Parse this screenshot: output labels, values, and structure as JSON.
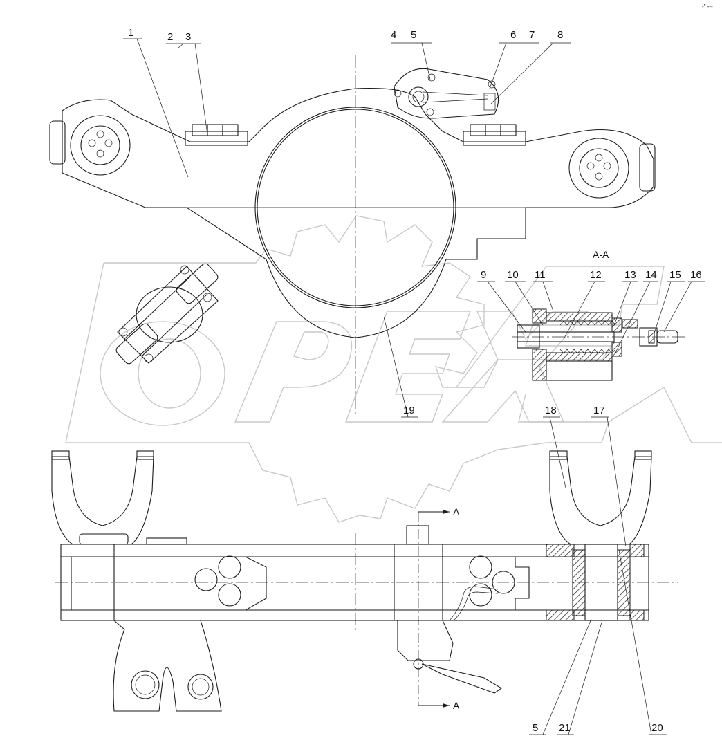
{
  "watermark": "OPEX",
  "top_mark": "-\" ---",
  "section": {
    "label": "A-A",
    "marker": "A"
  },
  "callouts": [
    {
      "id": "c1",
      "text": "1"
    },
    {
      "id": "c2",
      "text": "2"
    },
    {
      "id": "c3",
      "text": "3"
    },
    {
      "id": "c4",
      "text": "4"
    },
    {
      "id": "c5a",
      "text": "5"
    },
    {
      "id": "c6",
      "text": "6"
    },
    {
      "id": "c7",
      "text": "7"
    },
    {
      "id": "c8",
      "text": "8"
    },
    {
      "id": "c9",
      "text": "9"
    },
    {
      "id": "c10",
      "text": "10"
    },
    {
      "id": "c11",
      "text": "11"
    },
    {
      "id": "c12",
      "text": "12"
    },
    {
      "id": "c13",
      "text": "13"
    },
    {
      "id": "c14",
      "text": "14"
    },
    {
      "id": "c15",
      "text": "15"
    },
    {
      "id": "c16",
      "text": "16"
    },
    {
      "id": "c17",
      "text": "17"
    },
    {
      "id": "c18",
      "text": "18"
    },
    {
      "id": "c19",
      "text": "19"
    },
    {
      "id": "c5b",
      "text": "5"
    },
    {
      "id": "c21",
      "text": "21"
    },
    {
      "id": "c20",
      "text": "20"
    }
  ]
}
